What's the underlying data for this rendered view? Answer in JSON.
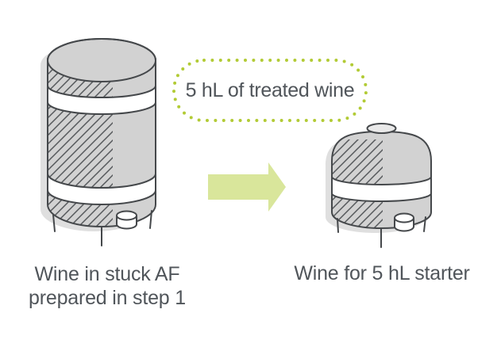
{
  "diagram": {
    "callout": {
      "text": "5 hL of treated wine"
    },
    "left_tank": {
      "label_line1": "Wine in stuck AF",
      "label_line2": "prepared in step 1"
    },
    "right_tank": {
      "label": "Wine for 5 hL starter"
    },
    "colors": {
      "tank_fill": "#d2d2d2",
      "tank_cap_fill": "#e9e9e9",
      "outline": "#45484b",
      "hatch": "#55585b",
      "shadow": "#dfdfdf",
      "band_fill": "#ffffff",
      "arrow_fill": "#d9e69b",
      "dot": "#b2cb35",
      "text": "#50555a"
    }
  }
}
